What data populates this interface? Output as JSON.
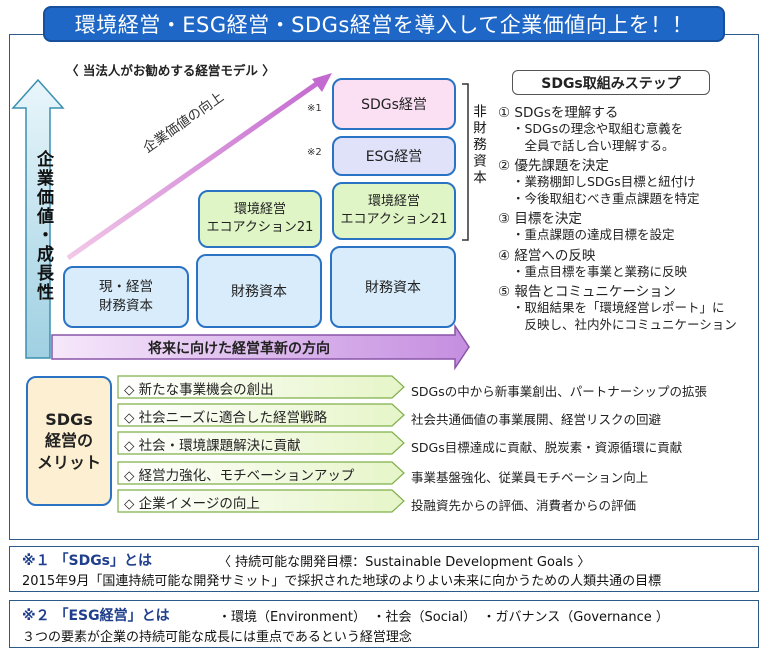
{
  "title": "環境経営・ESG経営・SDGs経営を導入して企業価値向上を！！",
  "subtitle": "〈 当法人がお勧めする経営モデル 〉",
  "vertical_axis_label": "企業価値・成長性",
  "diagonal_label": "企業価値の向上",
  "bottom_arrow_label": "将来に向けた経営革新の方向",
  "columns": {
    "col1": {
      "label": "現・経営\n財務資本"
    },
    "col2": {
      "top": "環境経営\nエコアクション21",
      "bottom": "財務資本"
    },
    "col3": {
      "sdgs": "SDGs経営",
      "esg": "ESG経営",
      "eco": "環境経営\nエコアクション21",
      "bottom": "財務資本"
    }
  },
  "notes_marks": {
    "mark1": "※1",
    "mark2": "※2"
  },
  "non_financial_label": "非財務資本",
  "steps": {
    "title": "SDGs取組みステップ",
    "items": [
      {
        "head": "① SDGsを理解する",
        "subs": [
          "・SDGsの理念や取組む意義を",
          "　全員で話し合い理解する。"
        ]
      },
      {
        "head": "② 優先課題を決定",
        "subs": [
          "・業務棚卸しSDGs目標と紐付け",
          "・今後取組むべき重点課題を特定"
        ]
      },
      {
        "head": "③ 目標を決定",
        "subs": [
          "・重点課題の達成目標を設定"
        ]
      },
      {
        "head": "④ 経営への反映",
        "subs": [
          "・重点目標を事業と業務に反映"
        ]
      },
      {
        "head": "⑤ 報告とコミュニケーション",
        "subs": [
          "・取組結果を「環境経営レポート」に",
          "　反映し、社内外にコミュニケーション"
        ]
      }
    ]
  },
  "merit": {
    "title_lines": [
      "SDGs",
      "経営の",
      "メリット"
    ],
    "items": [
      {
        "label": "◇ 新たな事業機会の創出",
        "desc": "SDGsの中から新事業創出、パートナーシップの拡張"
      },
      {
        "label": "◇  社会ニーズに適合した経営戦略",
        "desc": "社会共通価値の事業展開、経営リスクの回避"
      },
      {
        "label": "◇ 社会・環境課題解決に貢献",
        "desc": "SDGs目標達成に貢献、脱炭素・資源循環に貢献"
      },
      {
        "label": "◇ 経営力強化、モチベーションアップ",
        "desc": "事業基盤強化、従業員モチベーション向上"
      },
      {
        "label": "◇ 企業イメージの向上",
        "desc": "投融資先からの評価、消費者からの評価"
      }
    ]
  },
  "note1": {
    "head": "※１ 「SDGs」とは",
    "detail": "〈 持続可能な開発目標：Sustainable  Development  Goals 〉",
    "body": "2015年9月「国連持続可能な開発サミット」で採択された地球のよりよい未来に向かうための人類共通の目標"
  },
  "note2": {
    "head": "※２ 「ESG経営」とは",
    "detail": "・環境（Environment）　・社会（Social）　・ガバナンス（Governance ）",
    "body": "３つの要素が企業の持続可能な成長には重点であるという経営理念"
  },
  "colors": {
    "title_bg": "#1f67c6",
    "arrow_teal": "#a9d6e4",
    "arrow_purple": "#b56fd0",
    "blue_box": "#d8ecfb",
    "green_box": "#dff5c5",
    "pink_box": "#fbe0f4",
    "merit_bg": "#fdf0d2"
  }
}
